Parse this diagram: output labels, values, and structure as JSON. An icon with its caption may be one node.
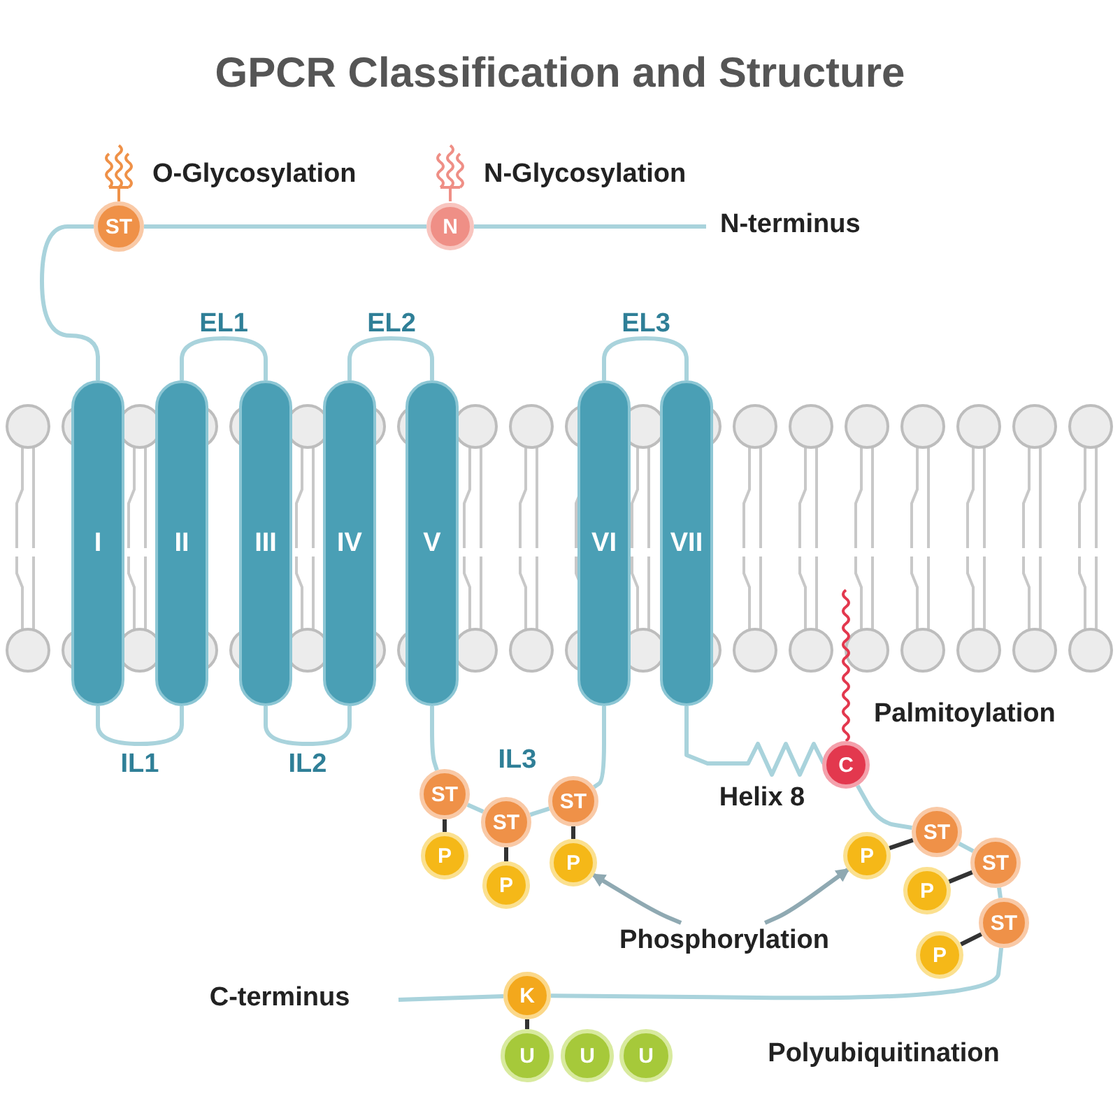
{
  "diagram": {
    "title": "GPCR Classification and Structure",
    "nodes": [
      {
        "text": [
          "ST"
        ],
        "beside": [
          "O-Glycosylation"
        ]
      },
      {
        "text": [
          "N"
        ],
        "beside": [
          "N-Glycosylation"
        ]
      },
      {
        "text": [
          "I"
        ]
      },
      {
        "text": [
          "II"
        ]
      },
      {
        "text": [
          "III"
        ]
      },
      {
        "text": [
          "IV"
        ]
      },
      {
        "text": [
          "V"
        ]
      },
      {
        "text": [
          "VI"
        ]
      },
      {
        "text": [
          "VII"
        ]
      },
      {
        "text": [
          "ST"
        ]
      },
      {
        "text": [
          "P"
        ]
      },
      {
        "text": [
          "ST"
        ]
      },
      {
        "text": [
          "P"
        ]
      },
      {
        "text": [
          "ST"
        ]
      },
      {
        "text": [
          "P"
        ]
      },
      {
        "text": [
          "C"
        ],
        "beside": [
          "Palmitoylation"
        ]
      },
      {
        "text": [
          "ST"
        ]
      },
      {
        "text": [
          "P"
        ]
      },
      {
        "text": [
          "ST"
        ]
      },
      {
        "text": [
          "P"
        ]
      },
      {
        "text": [
          "ST"
        ]
      },
      {
        "text": [
          "P"
        ]
      },
      {
        "text": [
          "K"
        ]
      },
      {
        "text": [
          "U"
        ]
      },
      {
        "text": [
          "U"
        ]
      },
      {
        "text": [
          "U"
        ]
      },
      {
        "text": [
          "Phosphorylation"
        ]
      }
    ],
    "edges": [
      {
        "from": null,
        "to": 1,
        "arrow": "none"
      },
      {
        "from": 1,
        "to": 0,
        "arrow": "none"
      },
      {
        "from": 0,
        "to": 2,
        "arrow": "none"
      },
      {
        "from": 2,
        "to": 3,
        "arrow": "none"
      },
      {
        "from": 3,
        "to": 4,
        "arrow": "none"
      },
      {
        "from": 4,
        "to": 5,
        "arrow": "none"
      },
      {
        "from": 5,
        "to": 6,
        "arrow": "none"
      },
      {
        "from": 6,
        "to": 9,
        "arrow": "none"
      },
      {
        "from": 9,
        "to": 11,
        "arrow": "none"
      },
      {
        "from": 11,
        "to": 13,
        "arrow": "none"
      },
      {
        "from": 13,
        "to": 7,
        "arrow": "none"
      },
      {
        "from": 7,
        "to": 8,
        "arrow": "none"
      },
      {
        "from": 8,
        "to": 15,
        "arrow": "none"
      },
      {
        "from": 15,
        "to": 16,
        "arrow": "none"
      },
      {
        "from": 16,
        "to": 18,
        "arrow": "none"
      },
      {
        "from": 18,
        "to": 20,
        "arrow": "none"
      },
      {
        "from": 20,
        "to": 22,
        "arrow": "none"
      },
      {
        "from": 22,
        "to": null,
        "arrow": "none"
      },
      {
        "from": 9,
        "to": 10,
        "arrow": "none",
        "color": "#333333"
      },
      {
        "from": 11,
        "to": 12,
        "arrow": "none",
        "color": "#333333"
      },
      {
        "from": 13,
        "to": 14,
        "arrow": "none",
        "color": "#333333"
      },
      {
        "from": 17,
        "to": 16,
        "arrow": "none",
        "color": "#333333"
      },
      {
        "from": 19,
        "to": 18,
        "arrow": "none",
        "color": "#333333"
      },
      {
        "from": 21,
        "to": 20,
        "arrow": "none",
        "color": "#333333"
      },
      {
        "from": 22,
        "to": 23,
        "arrow": "none",
        "color": "#333333"
      },
      {
        "from": 26,
        "to": 14,
        "arrow": "to",
        "color": "#8fa9b2"
      },
      {
        "from": 26,
        "to": 17,
        "arrow": "to",
        "color": "#8fa9b2"
      }
    ],
    "labels": [
      "N-terminus",
      "EL1",
      "EL2",
      "EL3",
      "IL1",
      "IL2",
      "IL3",
      "Helix 8",
      "C-terminus",
      "Polyubiquitination"
    ]
  }
}
